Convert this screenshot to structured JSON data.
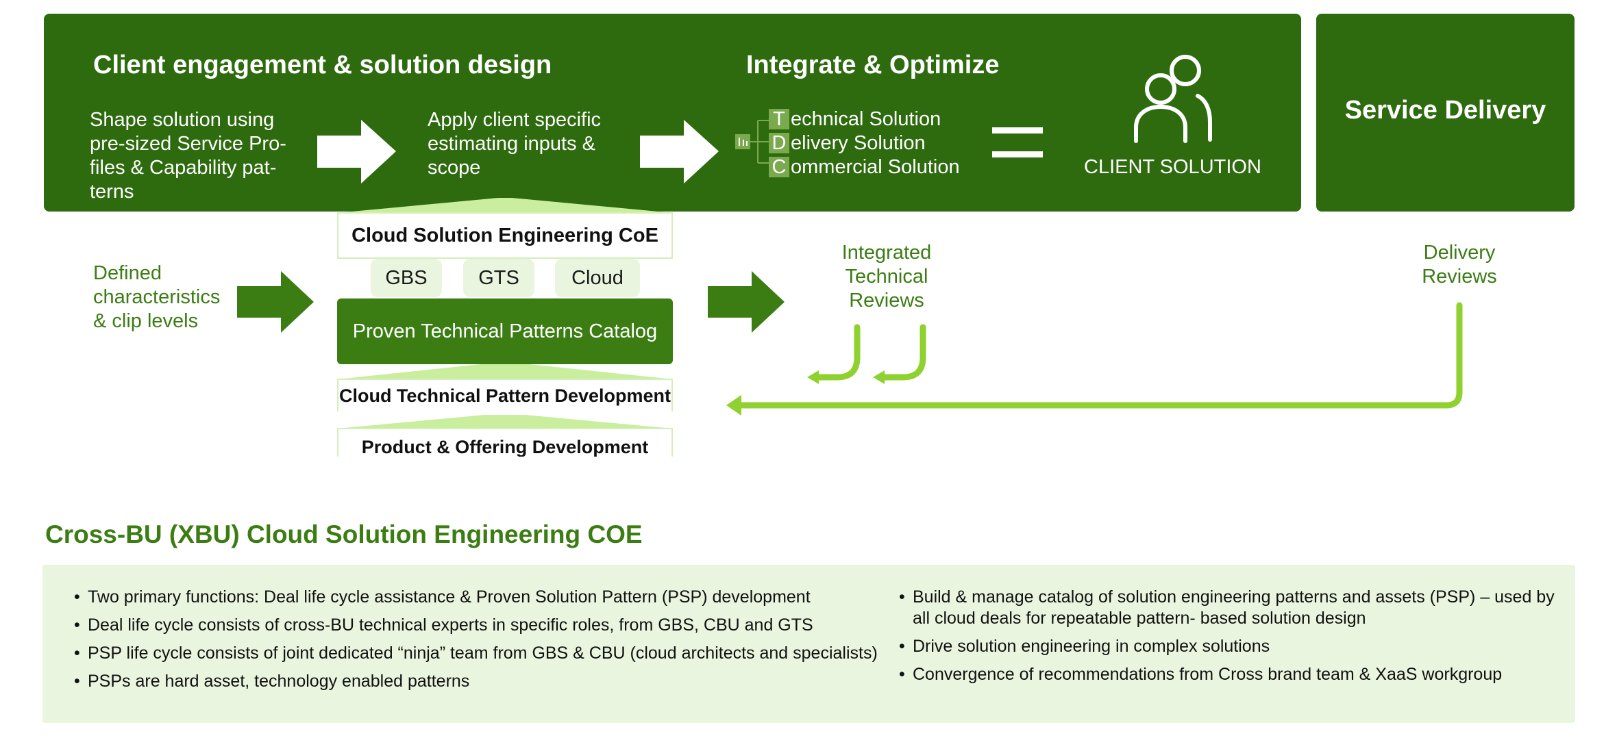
{
  "banner": {
    "left_title": "Client engagement & solution design",
    "mid_title": "Integrate & Optimize",
    "step1": "Shape solution using pre-sized Service Pro-files & Capability pat-terns",
    "step1_lines": [
      "Shape solution using",
      "pre-sized Service Pro-",
      "files & Capability pat-",
      "terns"
    ],
    "step2_lines": [
      "Apply client specific",
      "estimating inputs &",
      "scope"
    ],
    "tdc": [
      {
        "letter": "T",
        "rest": "echnical Solution"
      },
      {
        "letter": "D",
        "rest": "elivery Solution"
      },
      {
        "letter": "C",
        "rest": "ommercial Solution"
      }
    ],
    "equals": "=",
    "client_solution": "CLIENT SOLUTION",
    "service_delivery": "Service Delivery"
  },
  "middle": {
    "defined_lines": [
      "Defined",
      "characteristics",
      "& clip levels"
    ],
    "coe_title": "Cloud Solution Engineering CoE",
    "pills": [
      "GBS",
      "GTS",
      "Cloud"
    ],
    "catalog": "Proven Technical Patterns Catalog",
    "pattern_dev": "Cloud Technical Pattern Development",
    "product_dev": "Product & Offering Development",
    "integrated_lines": [
      "Integrated",
      "Technical",
      "Reviews"
    ],
    "delivery_lines": [
      "Delivery",
      "Reviews"
    ]
  },
  "bottom": {
    "title": "Cross-BU (XBU) Cloud Solution Engineering COE",
    "left_bullets": [
      "Two primary functions: Deal life cycle assistance & Proven Solution Pattern (PSP) development",
      "Deal life cycle consists of cross-BU technical experts in specific roles, from GBS, CBU and GTS",
      "PSP life cycle consists of joint dedicated “ninja” team from GBS & CBU (cloud architects and specialists)",
      "PSPs are hard asset, technology enabled patterns"
    ],
    "right_bullets": [
      "Build & manage catalog of solution engineering patterns and assets (PSP) – used by all cloud deals for repeatable pattern- based solution design",
      "Drive solution engineering in complex solutions",
      "Convergence of recommendations from Cross brand team & XaaS workgroup"
    ]
  },
  "colors": {
    "banner": "#2e6b0f",
    "accent_green": "#3b7d13",
    "light_green": "#8fd12e",
    "panel_bg": "#e9f5df"
  }
}
